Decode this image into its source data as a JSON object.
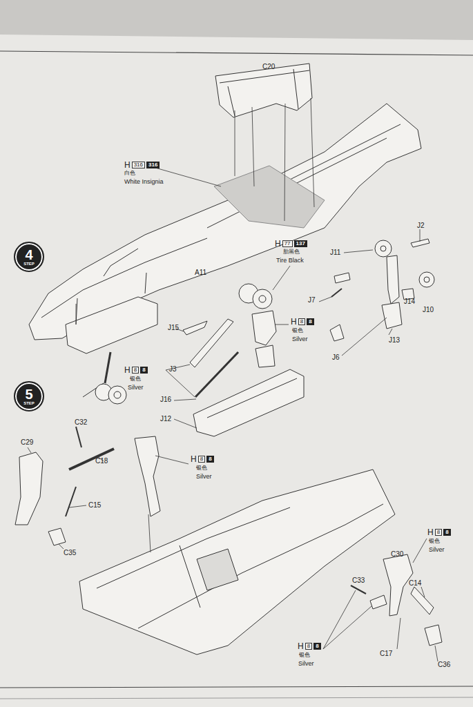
{
  "diagram": {
    "nodes": [
      {
        "text": [
          "4",
          "STEP"
        ]
      },
      {
        "text": [
          "5",
          "STEP"
        ]
      }
    ],
    "labels": [
      "C20",
      "H",
      "316",
      "316",
      "白色",
      "White Insignia",
      "H",
      "77",
      "137",
      "胎黑色",
      "Tire Black",
      "J2",
      "J11",
      "J7",
      "J14",
      "J10",
      "J13",
      "J6",
      "H",
      "8",
      "8",
      "银色",
      "Silver",
      "J15",
      "J3",
      "H",
      "8",
      "8",
      "银色",
      "Silver",
      "J16",
      "J12",
      "A11",
      "C32",
      "C29",
      "C18",
      "C15",
      "C35",
      "H",
      "8",
      "8",
      "银色",
      "Silver",
      "C30",
      "H",
      "8",
      "8",
      "银色",
      "Silver",
      "C14",
      "C33",
      "C17",
      "C36",
      "H",
      "8",
      "8",
      "银色",
      "Silver"
    ]
  }
}
